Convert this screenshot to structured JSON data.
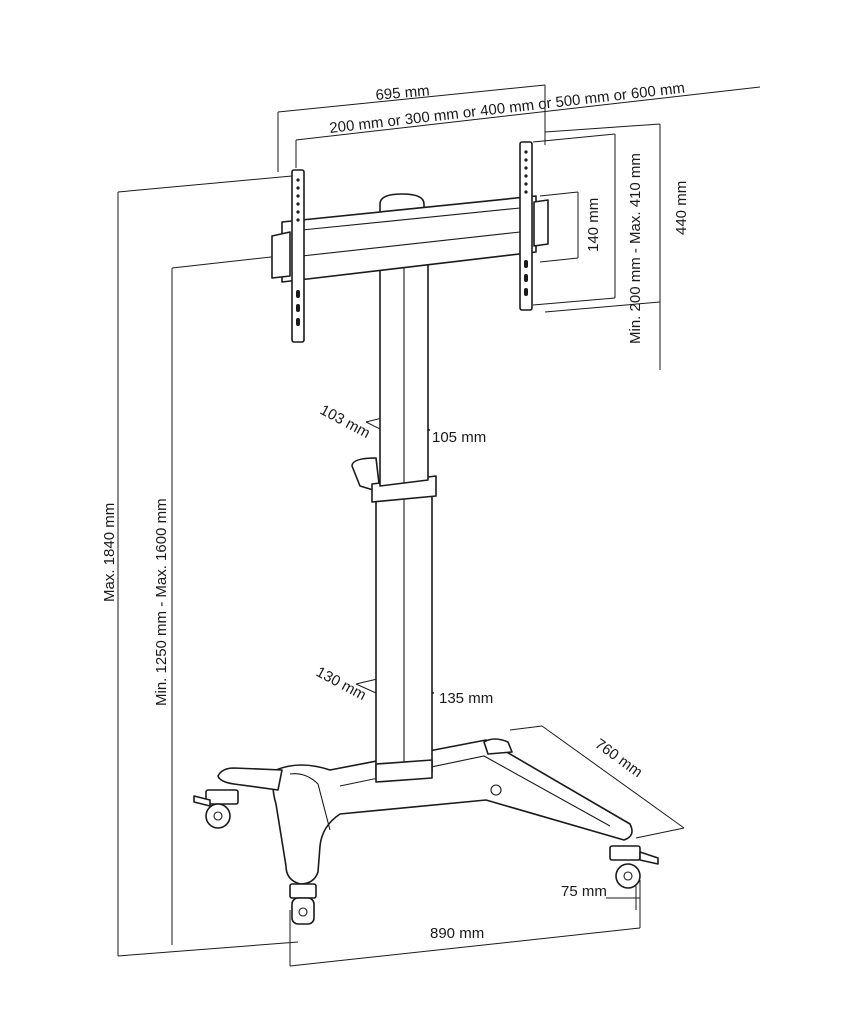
{
  "dimensions": {
    "overall_width": "695 mm",
    "vesa_horizontal": "200 mm or 300 mm or 400 mm or 500 mm or 600 mm",
    "bracket_height": "140 mm",
    "vesa_vertical": "Min. 200 mm - Max. 410 mm",
    "plate_height": "440 mm",
    "max_height": "Max. 1840 mm",
    "height_range": "Min. 1250 mm - Max. 1600 mm",
    "upper_column_depth": "103 mm",
    "upper_column_width": "105 mm",
    "lower_column_depth": "130 mm",
    "lower_column_width": "135 mm",
    "base_depth": "760 mm",
    "caster_height": "75 mm",
    "base_width": "890 mm"
  }
}
